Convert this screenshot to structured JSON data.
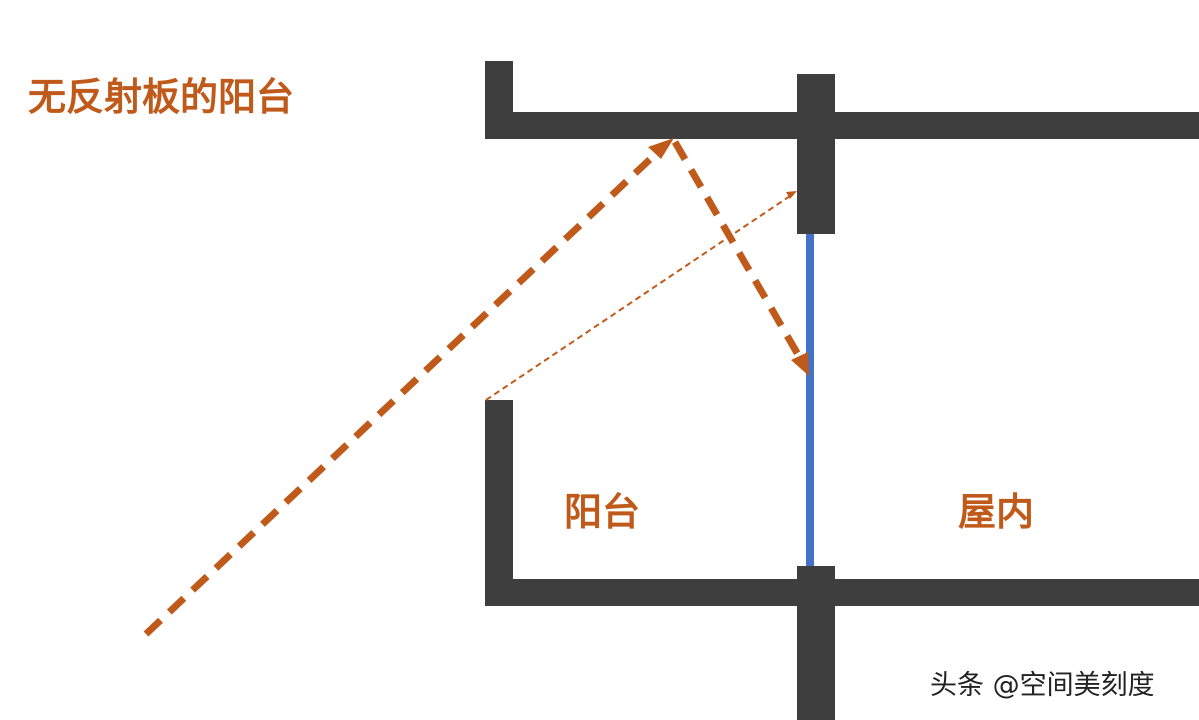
{
  "title": "无反射板的阳台",
  "labels": {
    "balcony": "阳台",
    "indoor": "屋内"
  },
  "watermark": "头条 @空间美刻度",
  "colors": {
    "wall": "#3e3e3e",
    "arrow": "#c05a1a",
    "text": "#c05a1a",
    "glass": "#4472c4",
    "background": "#ffffff",
    "watermark": "#222222"
  }
}
